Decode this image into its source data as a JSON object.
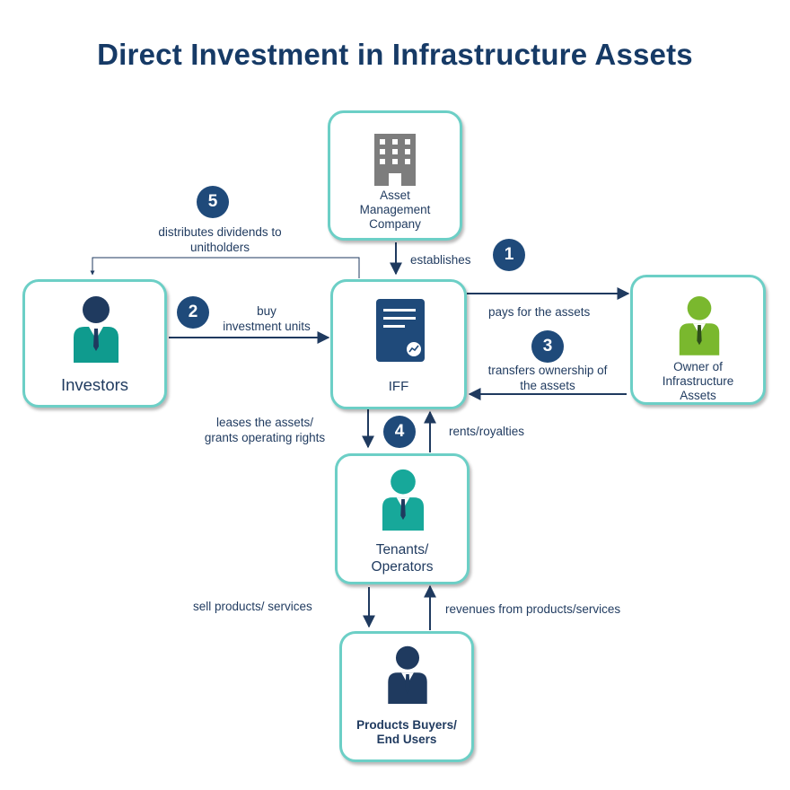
{
  "title": "Direct Investment in Infrastructure Assets",
  "nodes": {
    "asset_management_company": "Asset\nManagement\nCompany",
    "investors": "Investors",
    "iff": "IFF",
    "owner": "Owner of\nInfrastructure\nAssets",
    "tenants": "Tenants/\nOperators",
    "buyers": "Products Buyers/\nEnd Users"
  },
  "steps": [
    "1",
    "2",
    "3",
    "4",
    "5"
  ],
  "flows": {
    "establishes": "establishes",
    "buy_units": "buy\ninvestment units",
    "pays_for_assets": "pays for the assets",
    "transfers_ownership": "transfers ownership of\nthe assets",
    "leases_assets": "leases the assets/\ngrants operating rights",
    "rents_royalties": "rents/royalties",
    "distributes_dividends": "distributes dividends to\nunitholders",
    "sell_products": "sell products/ services",
    "revenues": "revenues from products/services"
  },
  "colors": {
    "border": "#6ccfc6",
    "title": "#163a66",
    "badge": "#1f4a7a",
    "investor_person": "#0f9b8e",
    "owner_person": "#7ab82e",
    "tenant_person": "#17a89a",
    "buyer_person": "#1f3a5f",
    "building": "#7d7d7d",
    "document": "#1f4a7a"
  }
}
